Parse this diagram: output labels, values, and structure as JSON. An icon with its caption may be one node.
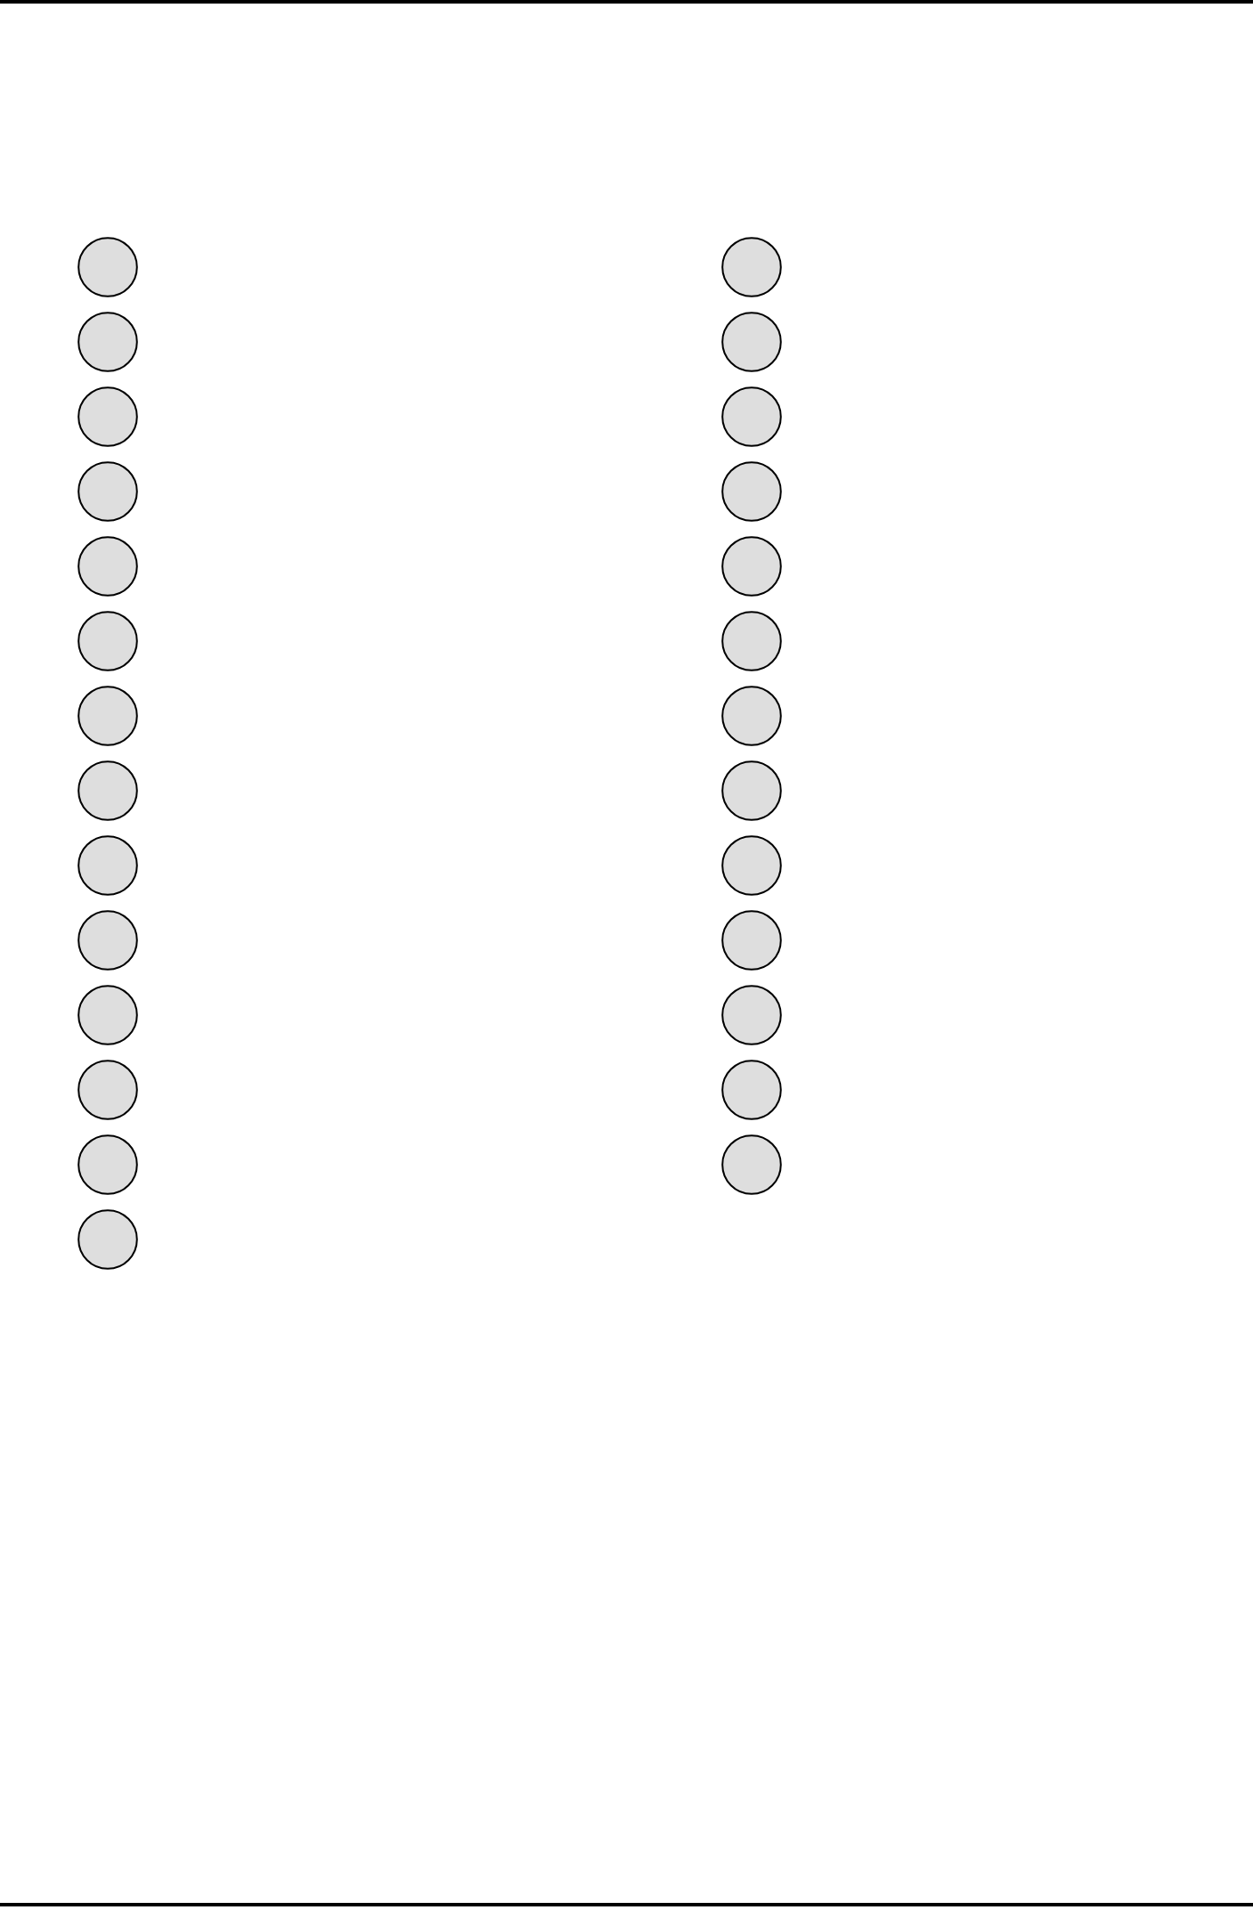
{
  "diagram": {
    "nodes": [
      {
        "text": [],
        "shape": "circle"
      },
      {
        "text": [],
        "shape": "circle"
      },
      {
        "text": [],
        "shape": "circle"
      },
      {
        "text": [],
        "shape": "circle"
      },
      {
        "text": [],
        "shape": "circle"
      },
      {
        "text": [],
        "shape": "circle"
      },
      {
        "text": [],
        "shape": "circle"
      },
      {
        "text": [],
        "shape": "circle"
      },
      {
        "text": [],
        "shape": "circle"
      },
      {
        "text": [],
        "shape": "circle"
      },
      {
        "text": [],
        "shape": "circle"
      },
      {
        "text": [],
        "shape": "circle"
      },
      {
        "text": [],
        "shape": "circle"
      },
      {
        "text": [],
        "shape": "circle"
      },
      {
        "text": [],
        "shape": "circle"
      },
      {
        "text": [],
        "shape": "circle"
      },
      {
        "text": [],
        "shape": "circle"
      },
      {
        "text": [],
        "shape": "circle"
      },
      {
        "text": [],
        "shape": "circle"
      },
      {
        "text": [],
        "shape": "circle"
      },
      {
        "text": [],
        "shape": "circle"
      },
      {
        "text": [],
        "shape": "circle"
      },
      {
        "text": [],
        "shape": "circle"
      },
      {
        "text": [],
        "shape": "circle"
      },
      {
        "text": [],
        "shape": "circle"
      },
      {
        "text": [],
        "shape": "circle"
      },
      {
        "text": [],
        "shape": "circle"
      }
    ]
  }
}
